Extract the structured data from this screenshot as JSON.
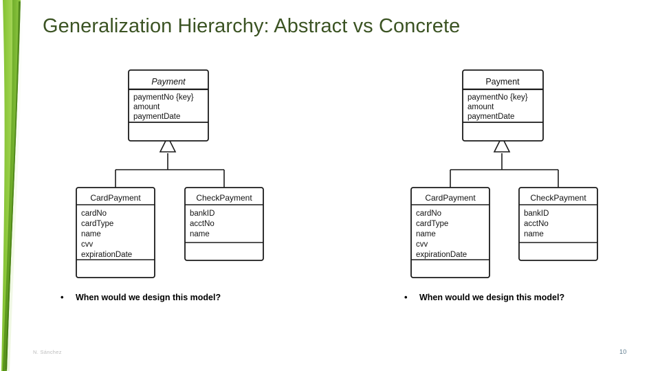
{
  "slide": {
    "title": "Generalization Hierarchy: Abstract vs Concrete",
    "title_color": "#3B5323",
    "background": "#FFFFFF",
    "accent_green_light": "#8CC63E",
    "accent_green_dark": "#5A8F22"
  },
  "decor": {
    "blade_name": "green-leaf-blade"
  },
  "diagrams": [
    {
      "id": "abstract-model",
      "superclass": {
        "name": "Payment",
        "abstract": true,
        "style": "italic",
        "attributes": [
          "paymentNo {key}",
          "amount",
          "paymentDate"
        ],
        "operations": []
      },
      "relationship": "generalization",
      "subclasses": [
        {
          "name": "CardPayment",
          "abstract": false,
          "attributes": [
            "cardNo",
            "cardType",
            "name",
            "cvv",
            "expirationDate"
          ],
          "operations": []
        },
        {
          "name": "CheckPayment",
          "abstract": false,
          "attributes": [
            "bankID",
            "acctNo",
            "name"
          ],
          "operations": []
        }
      ],
      "bullet": {
        "marker": "•",
        "text": "When would we design this model?"
      }
    },
    {
      "id": "concrete-model",
      "superclass": {
        "name": "Payment",
        "abstract": false,
        "style": "normal",
        "attributes": [
          "paymentNo {key}",
          "amount",
          "paymentDate"
        ],
        "operations": []
      },
      "relationship": "generalization",
      "subclasses": [
        {
          "name": "CardPayment",
          "abstract": false,
          "attributes": [
            "cardNo",
            "cardType",
            "name",
            "cvv",
            "expirationDate"
          ],
          "operations": []
        },
        {
          "name": "CheckPayment",
          "abstract": false,
          "attributes": [
            "bankID",
            "acctNo",
            "name"
          ],
          "operations": []
        }
      ],
      "bullet": {
        "marker": "•",
        "text": "When would we design this model?"
      }
    }
  ],
  "footer": {
    "author": "N. Sánchez",
    "page_number": "10"
  }
}
